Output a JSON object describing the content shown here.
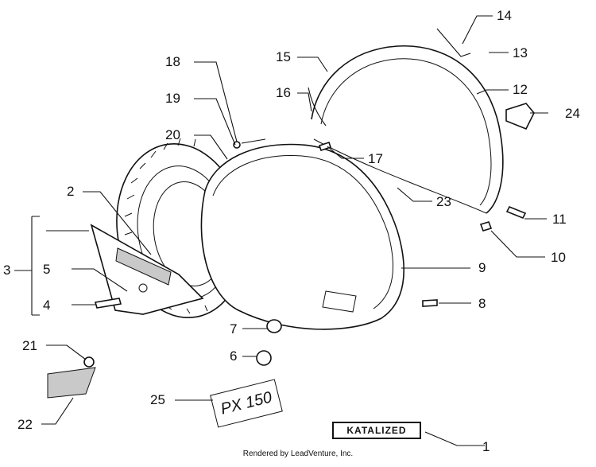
{
  "parts": {
    "p1": "1",
    "p2": "2",
    "p3": "3",
    "p4": "4",
    "p5": "5",
    "p6": "6",
    "p7": "7",
    "p8": "8",
    "p9": "9",
    "p10": "10",
    "p11": "11",
    "p12": "12",
    "p13": "13",
    "p14": "14",
    "p15": "15",
    "p16": "16",
    "p17": "17",
    "p18": "18",
    "p19": "19",
    "p20": "20",
    "p21": "21",
    "p22": "22",
    "p23": "23",
    "p24": "24",
    "p25": "25"
  },
  "labels": {
    "katalized": "KATALIZED",
    "model_badge": "PX 150"
  },
  "footer": {
    "caption": "Rendered by LeadVenture, Inc."
  }
}
